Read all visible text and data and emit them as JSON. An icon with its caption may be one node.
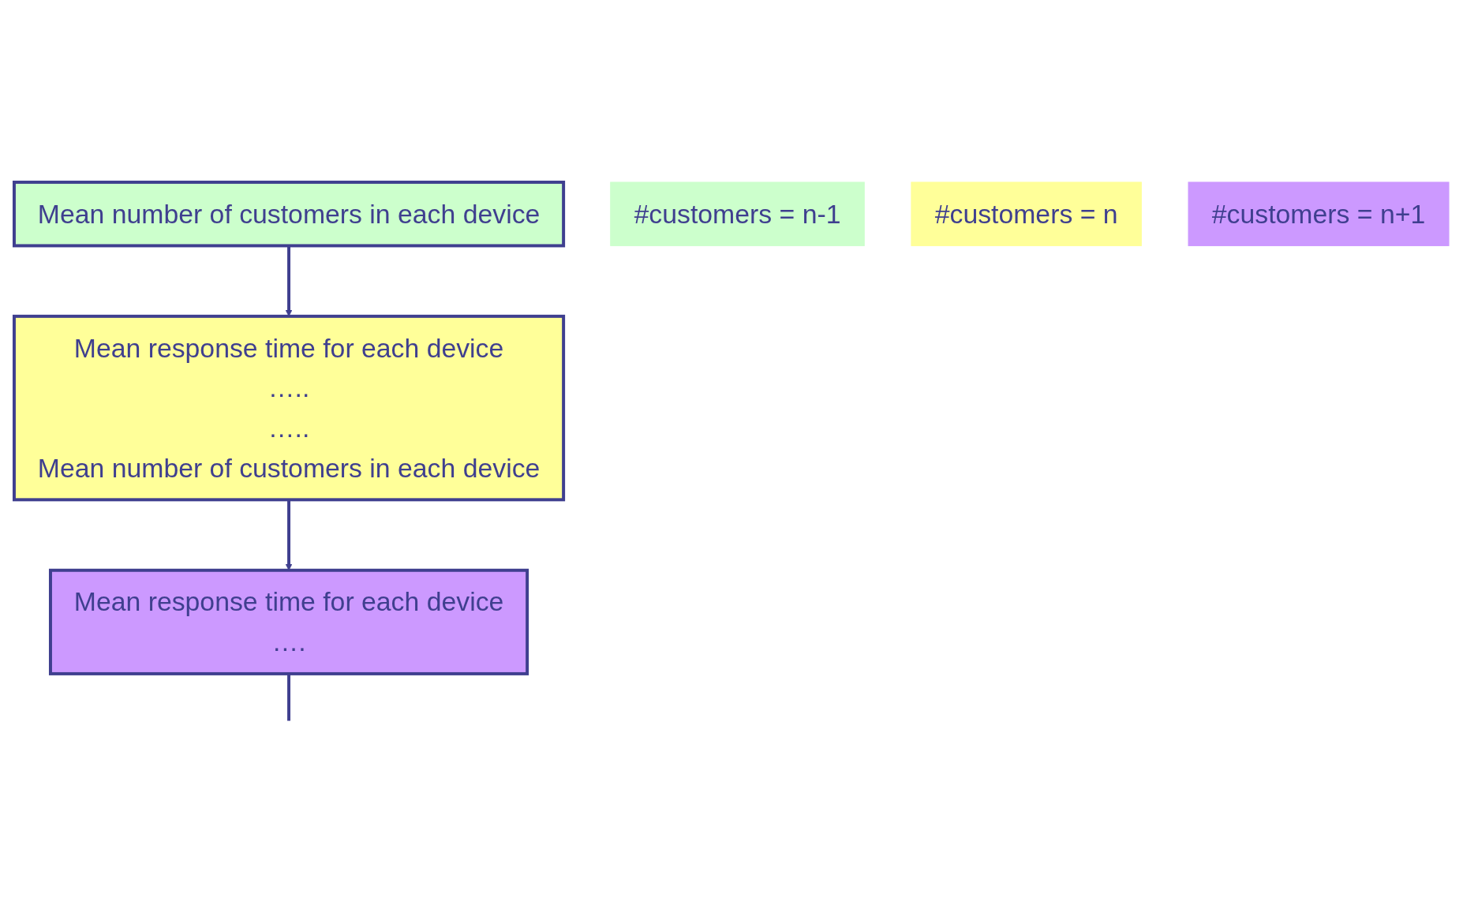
{
  "diagram": {
    "nodes": [
      {
        "text": [
          "Mean number of customers in each device"
        ]
      },
      {
        "text": [
          "#customers = n-1"
        ]
      },
      {
        "text": [
          "Mean response time for each device",
          "…..",
          "…..",
          "Mean number of customers in each device"
        ]
      },
      {
        "text": [
          "#customers = n"
        ]
      },
      {
        "text": [
          "Mean response time for each device",
          "…."
        ]
      },
      {
        "text": [
          "#customers = n+1"
        ]
      }
    ],
    "edges": [
      {
        "from": 0,
        "to": 2,
        "arrow": "to"
      },
      {
        "from": 2,
        "to": 4,
        "arrow": "to"
      },
      {
        "from": 4,
        "to": null,
        "arrow": "none"
      }
    ]
  }
}
